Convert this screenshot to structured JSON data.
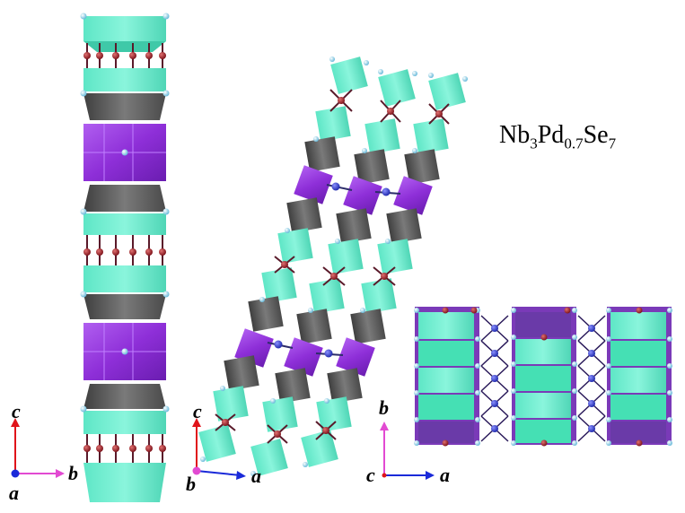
{
  "title": {
    "formula": {
      "el1": "Nb",
      "n1": "3",
      "el2": "Pd",
      "n2": "0.7",
      "el3": "Se",
      "n3": "7"
    }
  },
  "axes": [
    {
      "id": "left",
      "up": "c",
      "right": "b",
      "origin": "a"
    },
    {
      "id": "middle",
      "up": "c",
      "right": "a",
      "origin": "b"
    },
    {
      "id": "right",
      "up": "b",
      "right": "a",
      "origin": "c"
    }
  ],
  "colors": {
    "nbse_prism": "#61efcc",
    "pd_octahedron": "#8a31d3",
    "nb_prism_gray": "#555555",
    "se_atom": "#9fd8ee",
    "se_se_bond_atom": "#8a1a22",
    "pd_atom": "#2c3ad0",
    "axis_red": "#e0141a",
    "axis_blue": "#1a2ad9",
    "axis_magenta": "#e24ad2"
  }
}
